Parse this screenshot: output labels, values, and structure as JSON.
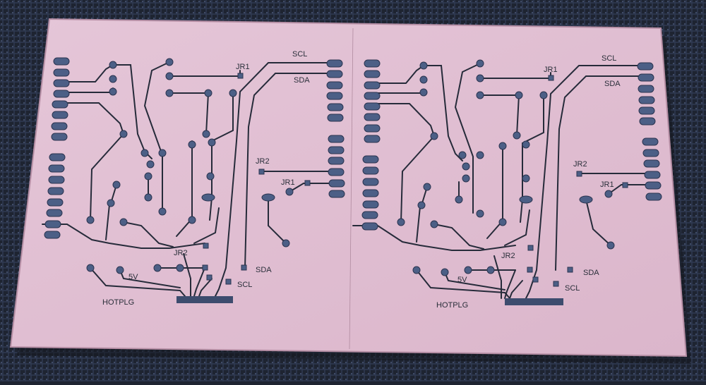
{
  "photo": {
    "colors": {
      "fabric": "#1e2431",
      "board": "#e2bfd3",
      "board_edge": "#b58ea4",
      "trace": "#262b3a",
      "pad": "#4c5f86"
    },
    "left_board": {
      "scl_top": "SCL",
      "sda_top": "SDA",
      "jr1_top": "JR1",
      "jr2_mid": "JR2",
      "jr1_mid": "JR1",
      "jr2_bottom": "JR2",
      "fivev": "5V",
      "hotplg": "HOTPLG",
      "sda_bottom": "SDA",
      "scl_bottom": "SCL"
    },
    "right_board": {
      "scl_top": "SCL",
      "sda_top": "SDA",
      "jr1_top": "JR1",
      "jr2_mid": "JR2",
      "jr1_mid": "JR1",
      "jr2_bottom": "JR2",
      "fivev": "5V",
      "hotplg": "HOTPLG",
      "sda_bottom": "SDA",
      "scl_bottom": "SCL"
    }
  }
}
